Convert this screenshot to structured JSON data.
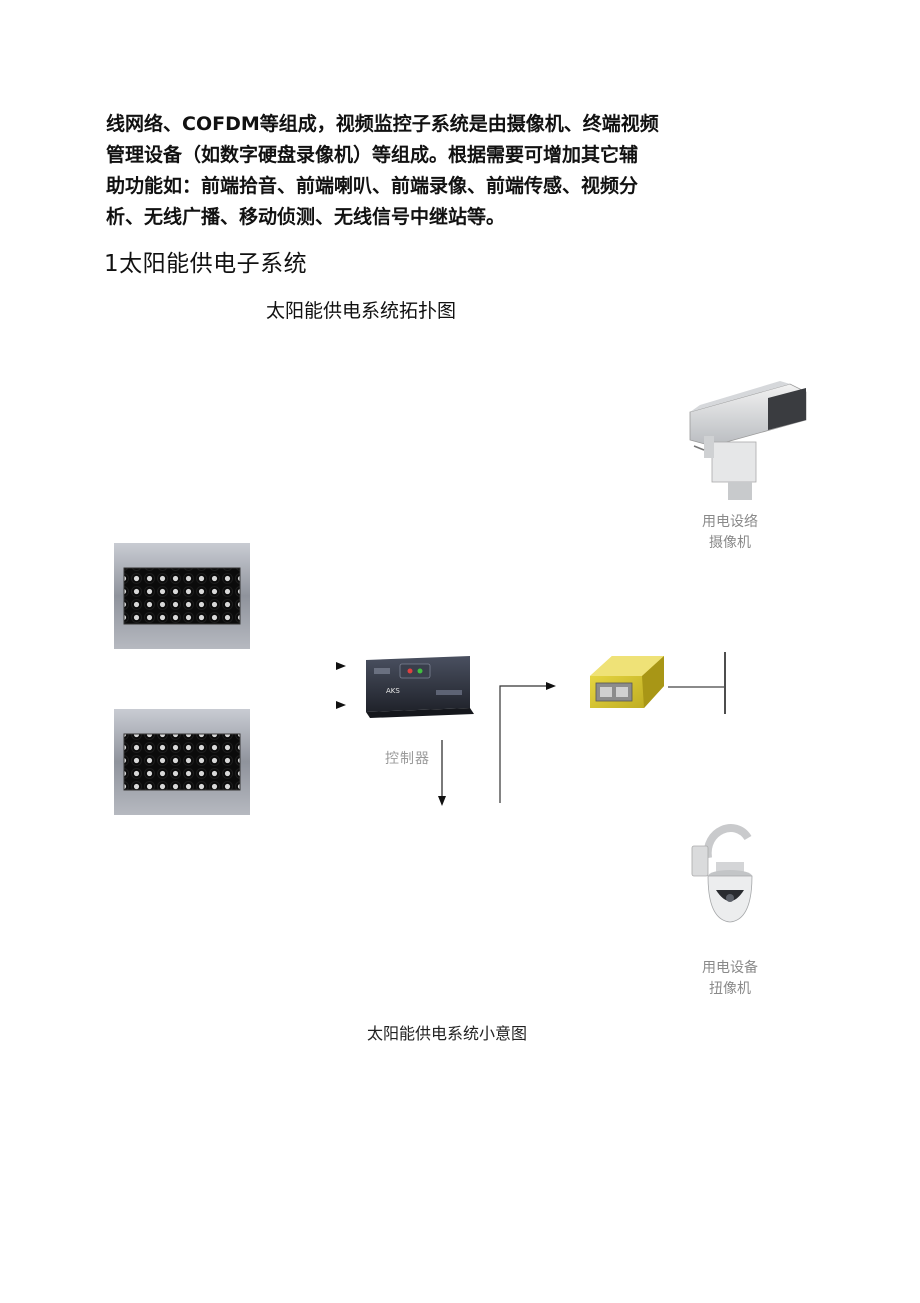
{
  "paragraph": {
    "lines": [
      "线网络、COFDM等组成，视频监控子系统是由摄像机、终端视频",
      "管理设备（如数字硬盘录像机）等组成。根据需要可增加其它辅",
      "助功能如：前端拾音、前端喇叭、前端录像、前端传感、视频分",
      "析、无线广播、移动侦测、无线信号中继站等。"
    ]
  },
  "section_heading": "1太阳能供电子系统",
  "diagram": {
    "title": "太阳能供电系统拓扑图",
    "controller_label": "控制器",
    "controller_brand": "AKS",
    "camera_top": {
      "line1": "用电设络",
      "line2": "摄像机"
    },
    "camera_bottom": {
      "line1": "用电设备",
      "line2": "扭像机"
    },
    "caption": "太阳能供电系统小意图"
  },
  "colors": {
    "text": "#111111",
    "label_gray": "#8a8a8a",
    "inverter_yellow": "#d9c62a",
    "controller_dark": "#2b2f3a"
  }
}
